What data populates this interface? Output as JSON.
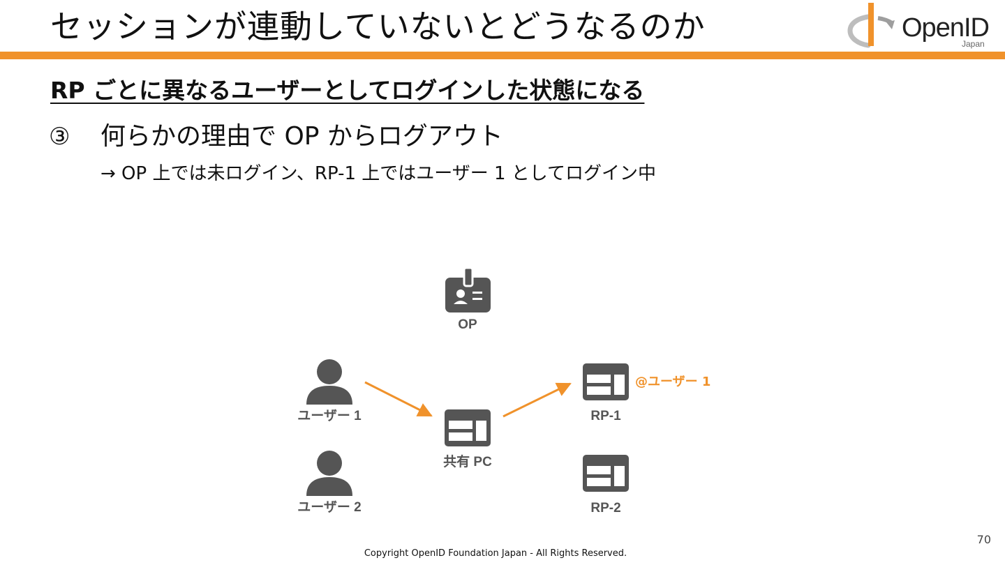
{
  "slide": {
    "title": "セッションが連動していないとどうなるのか",
    "heading": "RP ごとに異なるユーザーとしてログインした状態になる",
    "step": {
      "number": "③",
      "text": "何らかの理由で OP からログアウト",
      "sub": "→ OP 上では未ログイン、RP-1 上ではユーザー 1 としてログイン中"
    },
    "page_number": "70",
    "copyright": "Copyright OpenID Foundation Japan - All Rights Reserved."
  },
  "logo": {
    "text": "OpenID",
    "sub": "Japan"
  },
  "diagram": {
    "op_label": "OP",
    "user1_label": "ユーザー 1",
    "user2_label": "ユーザー 2",
    "shared_pc_label": "共有 PC",
    "rp1_label": "RP-1",
    "rp2_label": "RP-2",
    "rp1_user_tag": "@ユーザー 1"
  },
  "colors": {
    "accent": "#f0922b",
    "icon": "#555555"
  },
  "icons": [
    "id-badge-icon",
    "person-icon",
    "browser-window-icon",
    "arrow-icon",
    "openid-logo-icon"
  ]
}
